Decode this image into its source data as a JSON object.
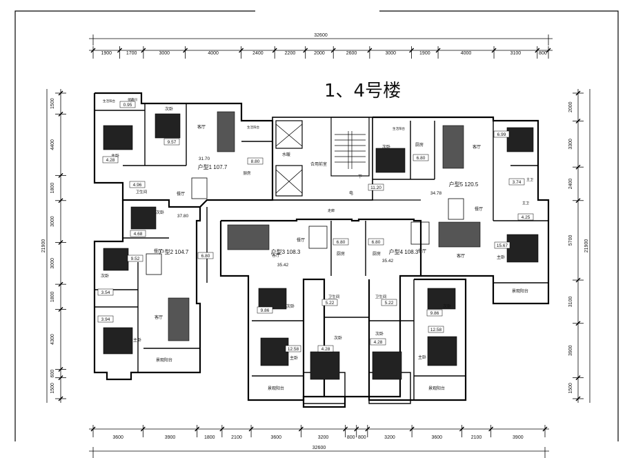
{
  "title": "1、4号楼",
  "dimensions": {
    "top_total": "32600",
    "top_segments": [
      "1900",
      "1700",
      "3000",
      "4000",
      "2400",
      "2200",
      "2000",
      "2600",
      "3000",
      "1900",
      "4000",
      "3100",
      "800"
    ],
    "bottom_total": "32600",
    "bottom_segments": [
      "3600",
      "3900",
      "1800",
      "2100",
      "3600",
      "3200",
      "800",
      "800",
      "3200",
      "3600",
      "2100",
      "3900"
    ],
    "left_total": "21900",
    "left_segments": [
      "1500",
      "4400",
      "1800",
      "3000",
      "3000",
      "1800",
      "4300",
      "600",
      "1500"
    ],
    "right_total": "21900",
    "right_segments": [
      "2000",
      "3300",
      "2400",
      "5700",
      "3100",
      "3900",
      "1500"
    ]
  },
  "units": [
    {
      "label": "户型1",
      "area": "107.7",
      "sub": "31.70"
    },
    {
      "label": "户型2",
      "area": "104.7",
      "sub": "37.80"
    },
    {
      "label": "户型3",
      "area": "108.3",
      "sub": "35.42"
    },
    {
      "label": "户型4",
      "area": "108.3",
      "sub": "35.42"
    },
    {
      "label": "户型5",
      "area": "120.5",
      "sub": "34.78"
    }
  ],
  "room_labels": {
    "master": "主卧",
    "secondary": "次卧",
    "living": "客厅",
    "dining": "餐厅",
    "kitchen": "厨房",
    "bath": "卫生间",
    "bath_short": "主卫",
    "balcony_view": "景观阳台",
    "corridor": "走廊",
    "equipment": "合用前室",
    "water": "水暖",
    "elevator": "电",
    "down": "下",
    "balcony_small": "生活阳台",
    "utility": "储藏间"
  },
  "room_areas": [
    "0.95",
    "4.28",
    "9.57",
    "8.80",
    "4.96",
    "4.68",
    "9.52",
    "3.54",
    "3.94",
    "6.80",
    "9.86",
    "12.58",
    "5.22",
    "4.28",
    "11.20",
    "6.80",
    "6.99",
    "3.74",
    "4.25",
    "15.67",
    "9.86",
    "12.58",
    "5.22",
    "4.28",
    "6.80",
    "6.80"
  ]
}
